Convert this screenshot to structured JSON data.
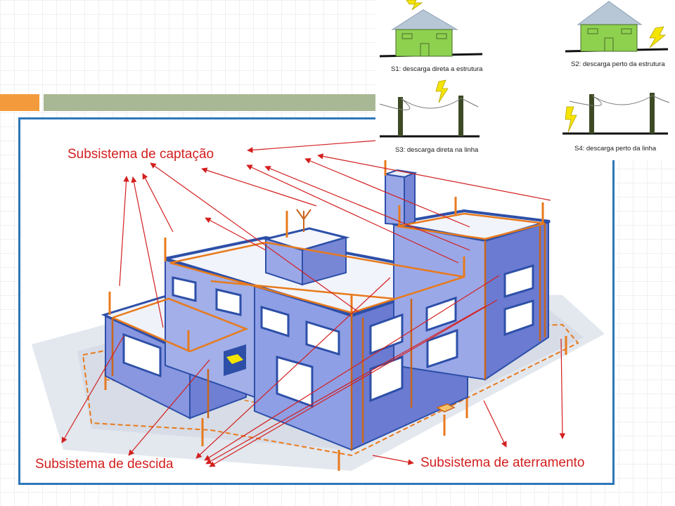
{
  "labels": {
    "captacao": "Subsistema de captação",
    "descida": "Subsistema de descida",
    "aterramento": "Subsistema de aterramento"
  },
  "scenarios": [
    {
      "id": "S1",
      "text": "S1: descarga direta a estrutura"
    },
    {
      "id": "S2",
      "text": "S2: descarga perto da estrutura"
    },
    {
      "id": "S3",
      "text": "S3: descarga direta na linha"
    },
    {
      "id": "S4",
      "text": "S4: descarga perto da linha"
    }
  ],
  "colors": {
    "label_red": "#d31f1f",
    "frame_blue": "#2e77b8",
    "accent_orange": "#f39b3c",
    "accent_green": "#a9b894",
    "house_green": "#8ed14f",
    "roof_gray": "#b8c7d6",
    "lightning_yellow": "#f5e400",
    "pole_dark": "#3d4a25",
    "building_blue": "#8fa0e6",
    "spda_orange": "#e87a1c"
  }
}
